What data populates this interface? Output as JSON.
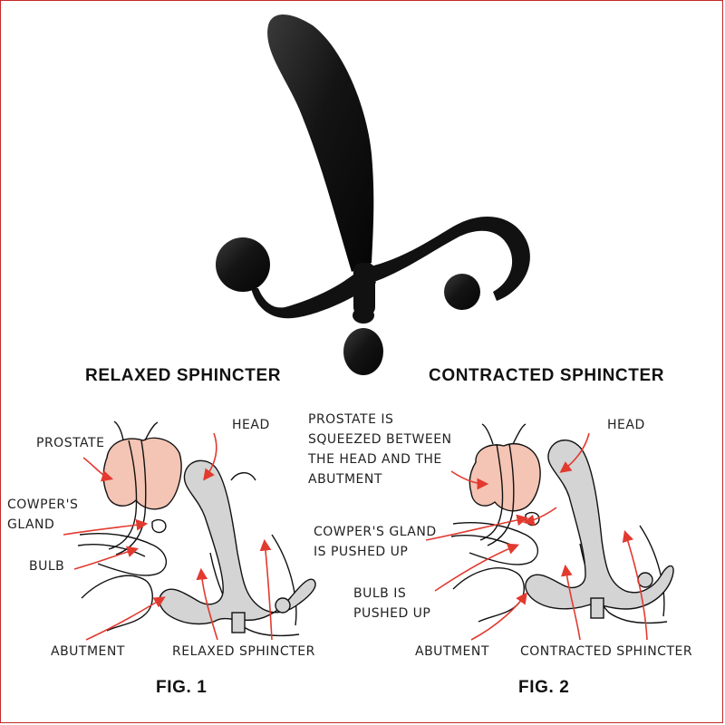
{
  "headings": {
    "left": "RELAXED SPHINCTER",
    "right": "CONTRACTED SPHINCTER"
  },
  "fig1": {
    "caption": "FIG. 1",
    "labels": {
      "prostate": "PROSTATE",
      "head": "HEAD",
      "cowpers_gland": "COWPER'S\nGLAND",
      "bulb": "BULB",
      "abutment": "ABUTMENT",
      "relaxed_sphincter": "RELAXED SPHINCTER"
    }
  },
  "fig2": {
    "caption": "FIG. 2",
    "labels": {
      "prostate_squeezed": "PROSTATE IS\nSQUEEZED BETWEEN\nTHE HEAD AND THE\nABUTMENT",
      "head": "HEAD",
      "cowpers_pushed": "COWPER'S GLAND\nIS PUSHED UP",
      "bulb_pushed": "BULB IS\nPUSHED UP",
      "abutment": "ABUTMENT",
      "contracted_sphincter": "CONTRACTED SPHINCTER"
    }
  },
  "colors": {
    "device": "#121212",
    "prostate_fill": "#f4c4b4",
    "device_cutaway": "#d4d4d4",
    "arrow": "#e23a2f",
    "border": "#c62828"
  }
}
